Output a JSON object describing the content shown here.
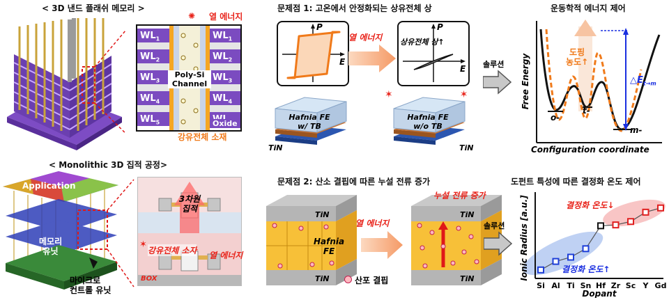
{
  "top_row": {
    "nand": {
      "title": "< 3D 낸드 플래쉬 메모리 >",
      "heat_label": "열 에너지",
      "wl_labels": [
        "WL",
        "WL",
        "WL",
        "WL",
        "WL"
      ],
      "wl_subs": [
        "1",
        "2",
        "3",
        "4",
        "5"
      ],
      "channel_label": [
        "Poly-Si",
        "Channel"
      ],
      "oxide_label": "Oxide",
      "material_label": "강유전체 소재"
    },
    "problem1": {
      "title": "문제점 1: 고온에서 안정화되는 상유전체 상",
      "heat_label": "열 에너지",
      "axis_p": "P",
      "axis_e": "E",
      "paraelectric_label": "상유전체 상↑",
      "stack_left": [
        "Hafnia FE",
        "w/ TB"
      ],
      "stack_right": [
        "Hafnia FE",
        "w/o TB"
      ],
      "tin_label": "TiN"
    },
    "solution1": {
      "solution_label": "솔루션",
      "title": "운동학적 에너지 제어",
      "doping_label": [
        "도핑",
        "농도↑"
      ],
      "delta_label": "△E",
      "delta_sub": "t→m",
      "phase_o": "o-",
      "phase_t": "t-",
      "phase_m": "m-",
      "ylabel": "Free Energy",
      "xlabel": "Configuration coordinate"
    }
  },
  "bottom_row": {
    "mono": {
      "title": "< Monolithic 3D 집적 공정>",
      "application_label": "Application",
      "memory_label": [
        "메모리",
        "유닛"
      ],
      "micro_label": [
        "마이크로",
        "컨트롤 유닛"
      ],
      "integration_label": [
        "3차원",
        "집적"
      ],
      "material_label": "강유전체 소자",
      "heat_label": "열 에너지",
      "box_label": "BOX"
    },
    "problem2": {
      "title": "문제점 2: 산소 결핍에 따른 누설 전류 증가",
      "tin_top": "TiN",
      "tin_bottom": "TiN",
      "hafnia_label": [
        "Hafnia",
        "FE"
      ],
      "heat_label": "열 에너지",
      "leak_label": "누설 전류 증가",
      "vacancy_label": "산포 결핍"
    },
    "solution2": {
      "solution_label": "솔루션",
      "title": "도펀트 특성에 따른 결정화 온도 제어",
      "high_label": "결정화 온도↓",
      "low_label": "결정화 온도↑"
    }
  },
  "chart_data": {
    "type": "scatter",
    "title": "",
    "xlabel": "Dopant",
    "ylabel": "Ionic Radius [a.u.]",
    "categories": [
      "Si",
      "Al",
      "Ti",
      "Sn",
      "Hf",
      "Zr",
      "Sc",
      "Y",
      "Gd"
    ],
    "values": [
      1.0,
      2.0,
      2.5,
      3.5,
      6.2,
      6.3,
      6.7,
      7.8,
      8.3
    ],
    "ylim": [
      0,
      10
    ],
    "series_colors": [
      "#1e3fd8",
      "#1e3fd8",
      "#1e3fd8",
      "#1e3fd8",
      "#111111",
      "#e02020",
      "#e02020",
      "#e02020",
      "#e02020"
    ],
    "grid": false
  },
  "colors": {
    "heat": "#e8231a",
    "orange": "#f07a1a",
    "blue_label": "#1a2fe0",
    "purple": "#7a4bb5"
  }
}
